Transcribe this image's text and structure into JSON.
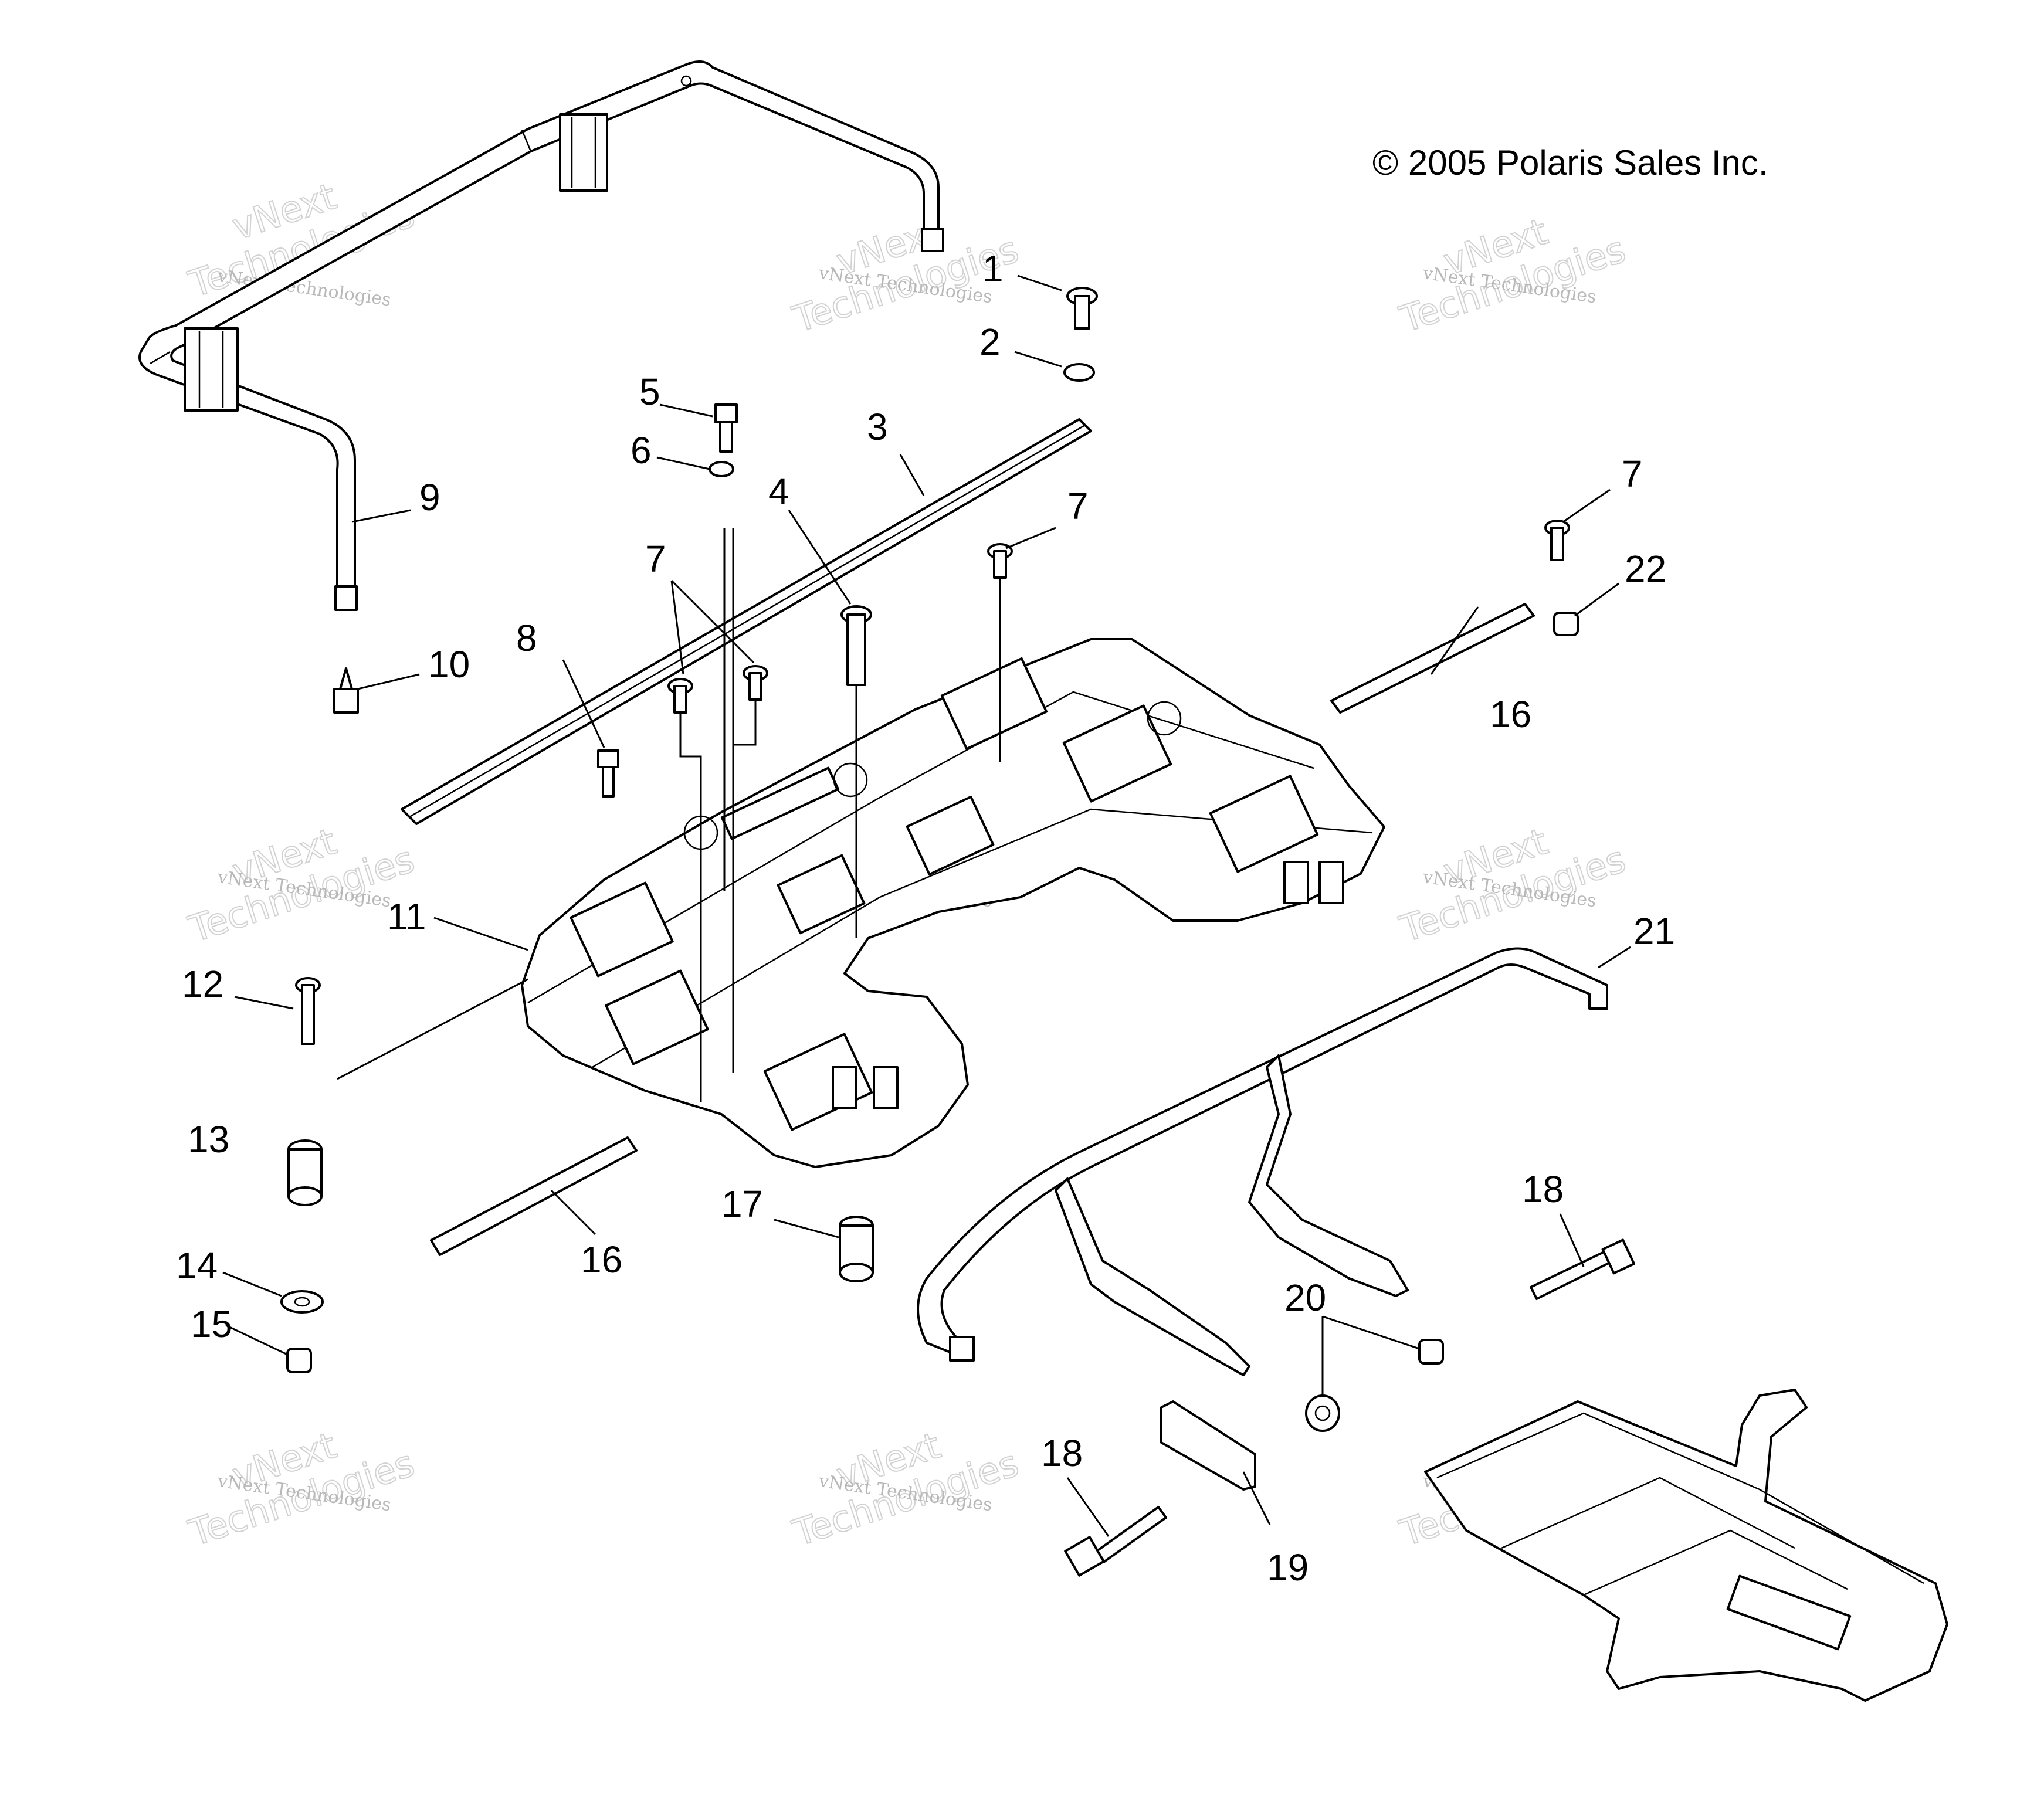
{
  "copyright": "© 2005 Polaris Sales Inc.",
  "watermark": {
    "line1": "vNext Technologies",
    "line2": "vNext",
    "line3": "Technologies"
  },
  "callouts": [
    "1",
    "2",
    "3",
    "4",
    "5",
    "6",
    "7",
    "7",
    "7",
    "7",
    "8",
    "9",
    "10",
    "11",
    "12",
    "13",
    "14",
    "15",
    "16",
    "16",
    "17",
    "18",
    "18",
    "19",
    "20",
    "21",
    "22"
  ]
}
